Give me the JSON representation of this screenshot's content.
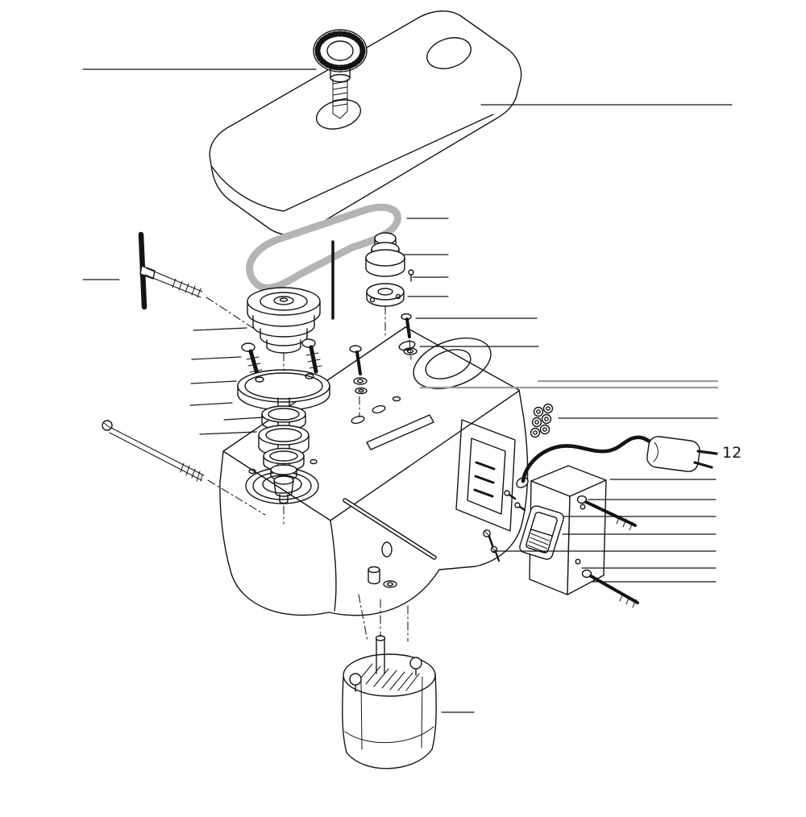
{
  "diagram": {
    "kind": "exploded-parts-diagram",
    "subject": "drill press head assembly exploded view",
    "background_color": "#ffffff",
    "line_color": "#141414",
    "belt_color": "#b4b4b4",
    "leader_gray_color": "#9b9b9b",
    "labels": [
      {
        "text": "12"
      }
    ]
  },
  "parts": [
    "belt-cover",
    "cover-knob",
    "cover-hole",
    "drive-belt",
    "motor-pulley",
    "depth-rod",
    "t-handle-bolt",
    "spindle-pulley",
    "flange-screws",
    "washers",
    "spindle-flange",
    "bearing-stack",
    "spindle-nose",
    "long-bolt",
    "head-casting",
    "switch-recess",
    "terminal-block",
    "power-cord",
    "power-plug",
    "switch-box",
    "rocker-switch",
    "mounting-bolts",
    "panel-screws",
    "drift-rod",
    "dowel-pin",
    "motor",
    "leader-lines",
    "center-lines"
  ]
}
